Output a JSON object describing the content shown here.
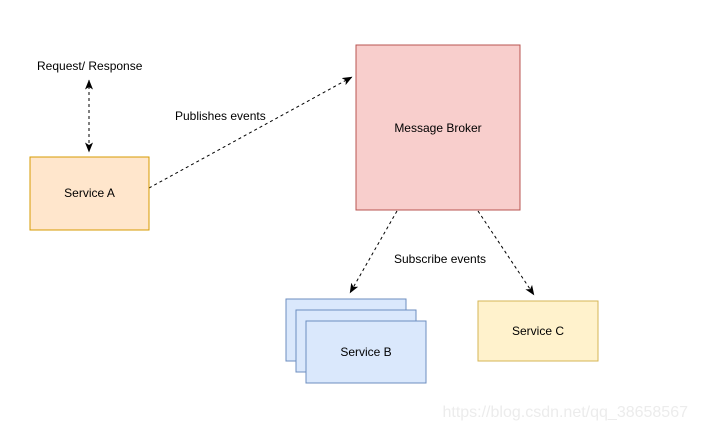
{
  "diagram": {
    "title_hint": "Message broker publish/subscribe architecture diagram",
    "nodes": {
      "service_a": {
        "label": "Service A",
        "fill": "#FFE6CC",
        "stroke": "#D79B00"
      },
      "message_broker": {
        "label": "Message Broker",
        "fill": "#F8CECC",
        "stroke": "#B85450"
      },
      "service_b": {
        "label": "Service B",
        "fill": "#DAE8FC",
        "stroke": "#6C8EBF"
      },
      "service_c": {
        "label": "Service C",
        "fill": "#FFF2CC",
        "stroke": "#D6B656"
      }
    },
    "edges": {
      "request_response": {
        "label": "Request/ Response",
        "style": "dashed",
        "arrows": "both"
      },
      "publishes_events": {
        "label": "Publishes events",
        "style": "dashed",
        "arrows": "end",
        "from": "Service A",
        "to": "Message Broker"
      },
      "subscribe_events": {
        "label": "Subscribe events",
        "style": "dashed",
        "arrows": "end",
        "from": "Message Broker",
        "to": "Service B / Service C"
      }
    },
    "edge_color": "#000000",
    "watermark": {
      "text": "https://blog.csdn.net/qq_38658567",
      "color": "#ECECEC"
    }
  }
}
